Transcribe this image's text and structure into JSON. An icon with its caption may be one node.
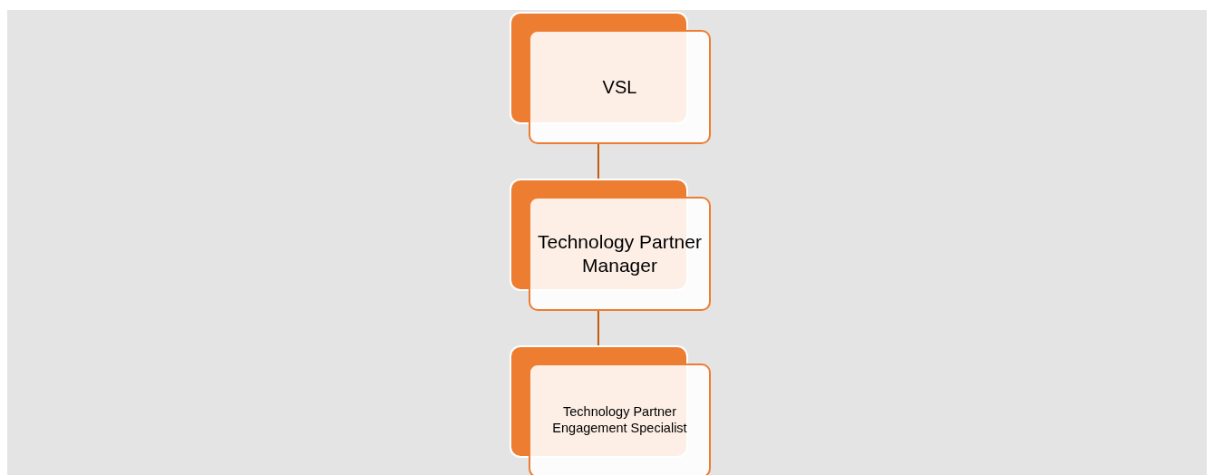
{
  "diagram": {
    "nodes": [
      {
        "text": [
          "VSL"
        ]
      },
      {
        "text": [
          "Technology Partner Manager"
        ]
      },
      {
        "text": [
          "Technology Partner Engagement Specialist"
        ]
      }
    ],
    "edges": [
      {
        "from": 0,
        "to": 1,
        "arrow": "none"
      },
      {
        "from": 1,
        "to": 2,
        "arrow": "none"
      }
    ]
  }
}
